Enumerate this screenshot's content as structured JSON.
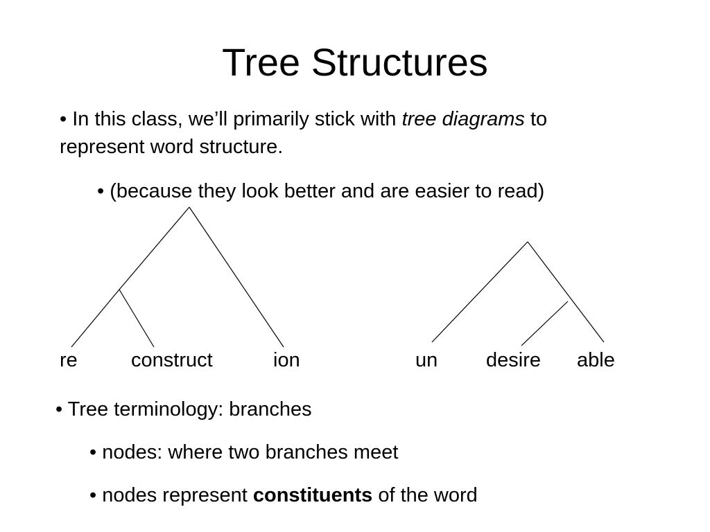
{
  "slide": {
    "title": "Tree Structures",
    "bullets": {
      "b1": {
        "prefix": "• In this class, we’ll primarily stick with ",
        "emphasis": "tree diagrams",
        "suffix": " to",
        "line2": "represent word structure."
      },
      "b2": "• (because they look better and are easier to read)",
      "b3": "• Tree terminology: branches",
      "b4": "• nodes: where two branches meet",
      "b5": {
        "prefix": "• nodes represent ",
        "bold": "constituents",
        "suffix": " of the word"
      }
    }
  },
  "tree_left": {
    "morphemes": [
      "re",
      "construct",
      "ion"
    ]
  },
  "tree_right": {
    "morphemes": [
      "un",
      "desire",
      "able"
    ]
  }
}
